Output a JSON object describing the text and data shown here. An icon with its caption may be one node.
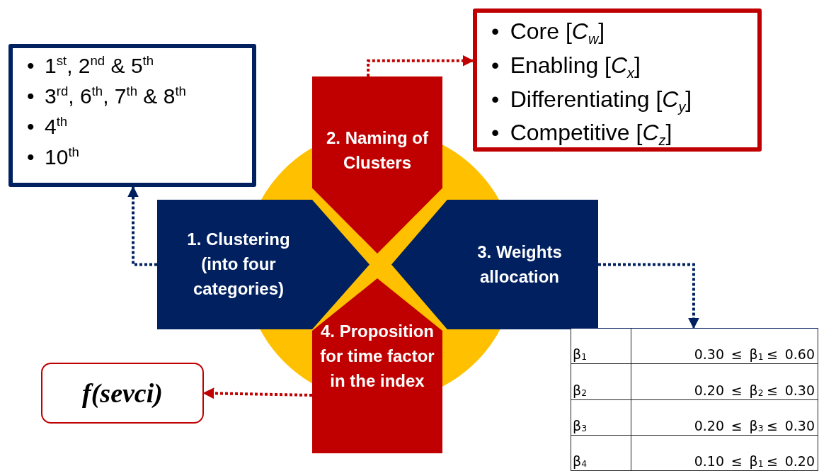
{
  "diagram": {
    "nodes": [
      {
        "text": [
          "•\t1$^{st}$, 2$^{nd}$ & 5$^{th}$",
          "•\t3$^{rd}$, 6$^{th}$, 7$^{th}$ & 8$^{th}$",
          "•\t4$^{th}$",
          "•\t10$^{th}$"
        ]
      },
      {
        "text": [
          "2. Naming of Clusters"
        ]
      },
      {
        "text": [
          "•\tCore [*C*$_{w}$]",
          "•\tEnabling [*C*$_{x}$]",
          "•\tDifferentiating [*C*$_{y}$]",
          "•\tCompetitive [*C*$_{z}$]"
        ]
      },
      {
        "text": [
          "1. Clustering (into four categories)"
        ]
      },
      {
        "text": [
          "3. Weights allocation"
        ]
      },
      {
        "text": [
          "β$_{1}$",
          "0.30 ≤ β$_{1}$ ≤ 0.60",
          "β$_{2}$",
          "0.20 ≤ β$_{2}$ ≤ 0.30",
          "β$_{3}$",
          "0.20 ≤ β$_{3}$ ≤ 0.30",
          "β$_{4}$",
          "0.10 ≤ β$_{1}$ ≤ 0.20"
        ]
      },
      {
        "text": [
          "4. Proposition for time factor in the index"
        ]
      },
      {
        "text": [
          "f(sevci)"
        ]
      }
    ],
    "edges": [
      {
        "from": 3,
        "to": 0,
        "arrow": "to",
        "style": "dashed",
        "color": "#002060"
      },
      {
        "from": 1,
        "to": 2,
        "arrow": "to",
        "style": "dashed",
        "color": "#c00000"
      },
      {
        "from": 4,
        "to": 5,
        "arrow": "to",
        "style": "dashed",
        "color": "#002060"
      },
      {
        "from": 6,
        "to": 7,
        "arrow": "to",
        "style": "dashed",
        "color": "#c00000"
      }
    ]
  }
}
